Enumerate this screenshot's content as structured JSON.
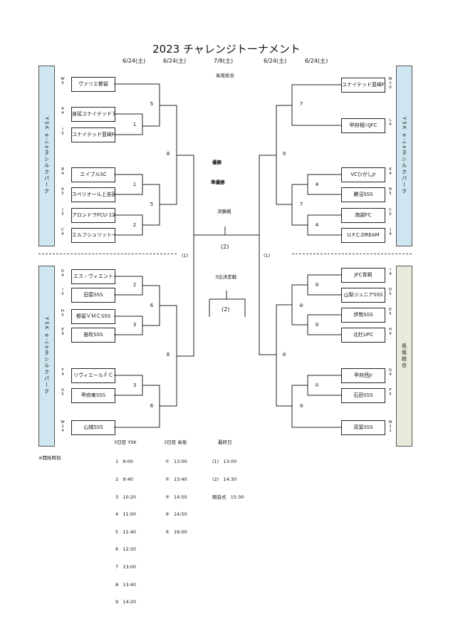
{
  "title": "2023 チャレンジトーナメント",
  "dates": [
    "6/24(土)",
    "6/24(土)",
    "7/8(土)",
    "6/24(土)",
    "6/24(土)"
  ],
  "venue_top": "長坂総合",
  "labels": {
    "champion": "優勝",
    "runner_up": "準優勝",
    "final": "決勝戦",
    "third_place": "3位決定戦",
    "final_match_no": "(2)",
    "third_match_no": "(2)",
    "semi_left": "(1)",
    "semi_right": "(1)"
  },
  "panels": {
    "top_left": "YSK e-comシルクパーク",
    "bottom_left": "YSK e-comシルクパーク",
    "top_right": "YSK e-comシルクパーク",
    "bottom_right": "長坂総合"
  },
  "top_left_teams": [
    {
      "name": "ヴァリエ都留",
      "code": "W9"
    },
    {
      "name": "身延ユナイテッドＳＣ",
      "code": "A4"
    },
    {
      "name": "ユナイテッド韮崎FC",
      "code": "I5"
    },
    {
      "name": "エイブルSC",
      "code": "B4"
    },
    {
      "name": "スペリオール上吉田FC",
      "code": "K5"
    },
    {
      "name": "アロンドラFCU-12",
      "code": "J5"
    },
    {
      "name": "エルフシュリット一宮",
      "code": "C4"
    }
  ],
  "bottom_left_teams": [
    {
      "name": "エス・ヴィエント",
      "code": "D4"
    },
    {
      "name": "田富SSS",
      "code": "I5"
    },
    {
      "name": "都留ＶＭＣSSS",
      "code": "H5"
    },
    {
      "name": "笛吹SSS",
      "code": "E4"
    },
    {
      "name": "リヴィエールＦＣ",
      "code": "F4"
    },
    {
      "name": "甲府東SSS",
      "code": "G5"
    },
    {
      "name": "山城SSS",
      "code": "W14"
    }
  ],
  "top_right_teams": [
    {
      "name": "ユナイテッド韮崎FC",
      "code": "W10"
    },
    {
      "name": "甲府相川JFC",
      "code": "L4"
    },
    {
      "name": "VCひがしJr",
      "code": "K4"
    },
    {
      "name": "勝沼SSS",
      "code": "B5"
    },
    {
      "name": "南部FC",
      "code": "C5"
    },
    {
      "name": "U.F.C.DREAM",
      "code": "J4"
    }
  ],
  "bottom_right_teams": [
    {
      "name": "JFC青桐",
      "code": "I4"
    },
    {
      "name": "山梨ジュニアSSS",
      "code": "D5"
    },
    {
      "name": "伊勢SSS",
      "code": "E5"
    },
    {
      "name": "北杜UFC",
      "code": "H4"
    },
    {
      "name": "甲府西Jr",
      "code": "G4"
    },
    {
      "name": "石田SSS",
      "code": "F5"
    },
    {
      "name": "双葉SSS",
      "code": "W11"
    }
  ],
  "match_numbers": {
    "tl": [
      "5",
      "1",
      "8",
      "1",
      "5",
      "2"
    ],
    "bl": [
      "2",
      "6",
      "3",
      "8",
      "3",
      "6"
    ],
    "tr": [
      "7",
      "9",
      "4",
      "7",
      "4"
    ],
    "br": [
      "②",
      "④",
      "②",
      "⑤",
      "①",
      "③"
    ]
  },
  "schedule": {
    "col1_title": "3日目 YSK",
    "col1": [
      "1\t9:00",
      "2\t9:40",
      "3\t10:20",
      "4\t11:00",
      "5\t11:40",
      "6\t12:20",
      "7\t13:00",
      "8\t13:40",
      "9\t14:20"
    ],
    "col2_title": "3日目 長坂",
    "col2": [
      "①\t13:00",
      "②\t13:40",
      "③\t14:50",
      "④\t14:50",
      "⑤\t16:00"
    ],
    "col3_title": "最終日",
    "col3": [
      "(1)\t13:00",
      "(2)\t14:30",
      "閉会式\t15:30"
    ],
    "note": "※開始時刻"
  }
}
